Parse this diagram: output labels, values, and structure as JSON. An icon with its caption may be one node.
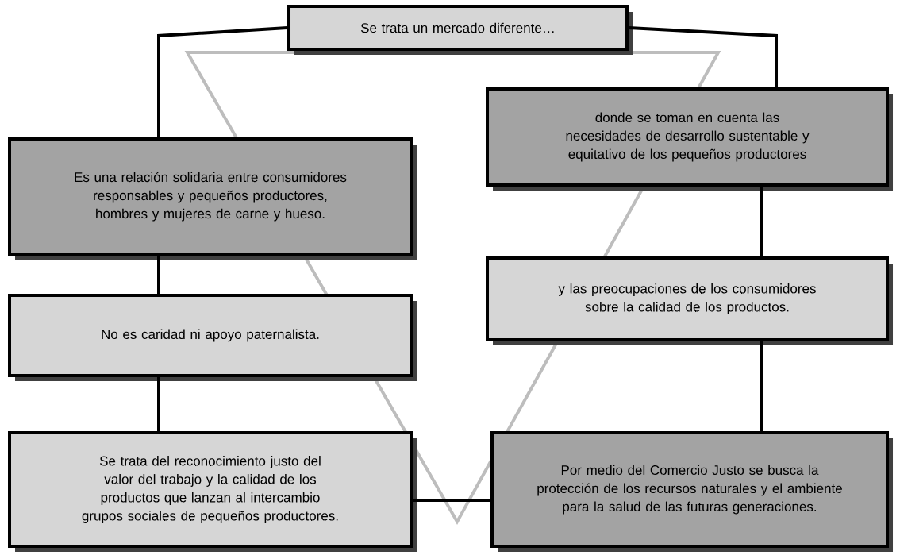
{
  "diagram": {
    "nodes": [
      {
        "text": [
          "Se trata un mercado diferente…"
        ]
      },
      {
        "text": [
          "Es una relación solidaria entre consumidores responsables y pequeños productores, hombres y mujeres de carne y hueso."
        ]
      },
      {
        "text": [
          "donde se toman en cuenta las necesidades de desarrollo sustentable y equitativo de los pequeños productores"
        ]
      },
      {
        "text": [
          "y las preocupaciones de los consumidores sobre la calidad de los productos."
        ]
      },
      {
        "text": [
          "No es caridad ni apoyo paternalista."
        ]
      },
      {
        "text": [
          "Se trata del reconocimiento justo del valor del trabajo y la calidad de los productos que lanzan al intercambio grupos sociales de pequeños productores."
        ]
      },
      {
        "text": [
          "Por medio del Comercio Justo se busca la protección de los recursos naturales y el ambiente para la salud de las futuras generaciones."
        ]
      }
    ],
    "edges": [
      {
        "from": 0,
        "to": 1,
        "arrow": "none"
      },
      {
        "from": 0,
        "to": 2,
        "arrow": "none"
      },
      {
        "from": 1,
        "to": 4,
        "arrow": "none"
      },
      {
        "from": 4,
        "to": 5,
        "arrow": "none"
      },
      {
        "from": 2,
        "to": 3,
        "arrow": "none"
      },
      {
        "from": 3,
        "to": 6,
        "arrow": "none"
      },
      {
        "from": 5,
        "to": 6,
        "arrow": "none"
      }
    ]
  }
}
